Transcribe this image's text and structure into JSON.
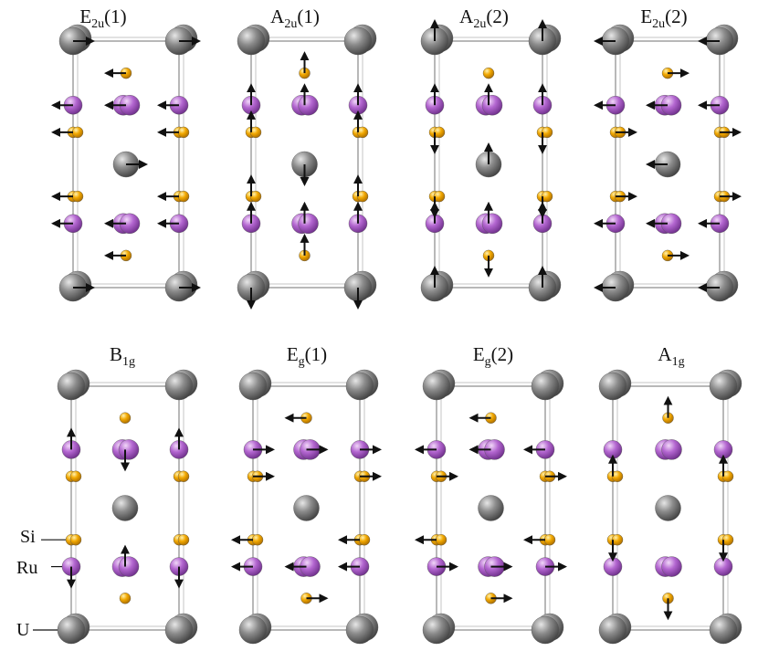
{
  "colors": {
    "uranium": "#8c8c8c",
    "ruthenium": "#b366d0",
    "silicon": "#f2a800",
    "arrow": "#111111",
    "cell_edge": "#9a9a9a"
  },
  "legend": {
    "si": "Si",
    "ru": "Ru",
    "u": "U"
  },
  "panels": [
    {
      "id": "e2u-1",
      "main": "E",
      "sub": "2u",
      "suffix": "(1)",
      "vecs": {
        "cornerTop": [
          1,
          0
        ],
        "cornerBot": [
          1,
          0
        ],
        "edgeRu": [
          -1,
          0
        ],
        "edgeSi": [
          -1,
          0
        ],
        "siTop": [
          -1,
          0
        ],
        "ruTop": [
          -1,
          0
        ],
        "uc": [
          1,
          0
        ],
        "ruBot": [
          -1,
          0
        ],
        "siBot": [
          -1,
          0
        ]
      }
    },
    {
      "id": "a2u-1",
      "main": "A",
      "sub": "2u",
      "suffix": "(1)",
      "vecs": {
        "cornerTop": [
          0,
          0
        ],
        "cornerBot": [
          0,
          1
        ],
        "edgeRuUpper": [
          0,
          -1
        ],
        "edgeRuLower": [
          0,
          -1
        ],
        "edgeSi": [
          0,
          -1
        ],
        "siTop": [
          0,
          -1
        ],
        "ruTop": [
          0,
          -1
        ],
        "uc": [
          0,
          1
        ],
        "ruBot": [
          0,
          -1
        ],
        "siBot": [
          0,
          -1
        ]
      }
    },
    {
      "id": "a2u-2",
      "main": "A",
      "sub": "2u",
      "suffix": "(2)",
      "vecs": {
        "cornerTop": [
          0,
          -1
        ],
        "cornerBot": [
          0,
          -1
        ],
        "edgeRuUpper": [
          0,
          -1
        ],
        "edgeRuLower": [
          0,
          -1
        ],
        "edgeSi": [
          0,
          1
        ],
        "siTop": [
          0,
          0
        ],
        "ruTop": [
          0,
          -1
        ],
        "uc": [
          0,
          -1
        ],
        "ruBot": [
          0,
          -1
        ],
        "siBot": [
          0,
          1
        ]
      }
    },
    {
      "id": "e2u-2",
      "main": "E",
      "sub": "2u",
      "suffix": "(2)",
      "vecs": {
        "cornerTop": [
          -1,
          0
        ],
        "cornerBot": [
          -1,
          0
        ],
        "edgeRu": [
          -1,
          0
        ],
        "edgeSi": [
          1,
          0
        ],
        "siTop": [
          1,
          0
        ],
        "ruTop": [
          -1,
          0
        ],
        "uc": [
          -1,
          0
        ],
        "ruBot": [
          -1,
          0
        ],
        "siBot": [
          1,
          0
        ]
      }
    },
    {
      "id": "b1g",
      "main": "B",
      "sub": "1g",
      "suffix": "",
      "vecs": {
        "edgeRuUpper": [
          0,
          -1
        ],
        "edgeRuLower": [
          0,
          1
        ],
        "ruTop": [
          0,
          1
        ],
        "ruBot": [
          0,
          -1
        ]
      }
    },
    {
      "id": "eg-1",
      "main": "E",
      "sub": "g",
      "suffix": "(1)",
      "vecs": {
        "edgeRuLeft": [
          1,
          0
        ],
        "edgeRuRight": [
          1,
          0
        ],
        "edgeRuLowerLeft": [
          -1,
          0
        ],
        "edgeRuLowerRight": [
          -1,
          0
        ],
        "edgeSiUpper": [
          1,
          0
        ],
        "edgeSiLower": [
          -1,
          0
        ],
        "siTop": [
          -1,
          0
        ],
        "ruTop": [
          1,
          0
        ],
        "ruBot": [
          -1,
          0
        ],
        "siBot": [
          1,
          0
        ]
      }
    },
    {
      "id": "eg-2",
      "main": "E",
      "sub": "g",
      "suffix": "(2)",
      "vecs": {
        "edgeRuLeft": [
          -1,
          0
        ],
        "edgeRuRight": [
          -1,
          0
        ],
        "edgeRuLowerLeft": [
          1,
          0
        ],
        "edgeRuLowerRight": [
          1,
          0
        ],
        "edgeSiUpper": [
          1,
          0
        ],
        "edgeSiLower": [
          -1,
          0
        ],
        "siTop": [
          -1,
          0
        ],
        "ruTop": [
          -1,
          0
        ],
        "ruBot": [
          1,
          0
        ],
        "siBot": [
          1,
          0
        ]
      }
    },
    {
      "id": "a1g",
      "main": "A",
      "sub": "1g",
      "suffix": "",
      "vecs": {
        "siTop": [
          0,
          -1
        ],
        "siBot": [
          0,
          1
        ],
        "edgeSiUpper": [
          0,
          -1
        ],
        "edgeSiLower": [
          0,
          1
        ]
      }
    }
  ]
}
